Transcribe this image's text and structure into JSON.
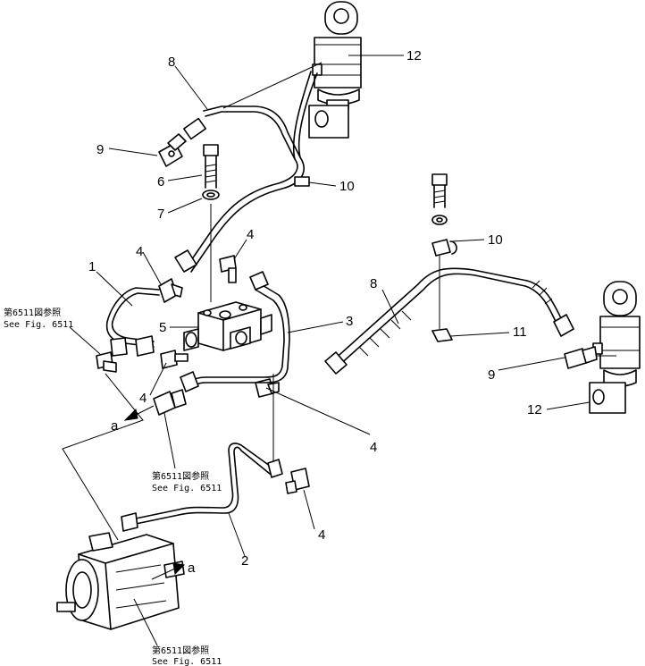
{
  "callouts": {
    "c1": "1",
    "c2": "2",
    "c3": "3",
    "c4a": "4",
    "c4b": "4",
    "c4c": "4",
    "c4d": "4",
    "c4e": "4",
    "c5": "5",
    "c6": "6",
    "c7": "7",
    "c8a": "8",
    "c8b": "8",
    "c9a": "9",
    "c9b": "9",
    "c10a": "10",
    "c10b": "10",
    "c11": "11",
    "c12a": "12",
    "c12b": "12"
  },
  "arrow_labels": {
    "a1": "a",
    "a2": "a"
  },
  "references": {
    "ref1_jp": "第6511図参照",
    "ref1_en": "See Fig. 6511",
    "ref2_jp": "第6511図参照",
    "ref2_en": "See Fig. 6511",
    "ref3_jp": "第6511図参照",
    "ref3_en": "See Fig. 6511"
  }
}
